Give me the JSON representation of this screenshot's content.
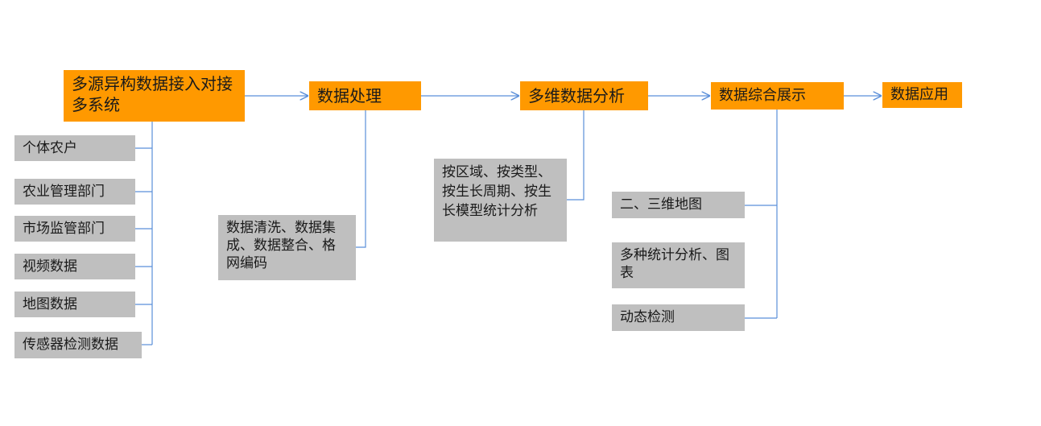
{
  "stages": [
    {
      "id": "ingest",
      "label": "多源异构数据接入对接多系统"
    },
    {
      "id": "process",
      "label": "数据处理"
    },
    {
      "id": "analysis",
      "label": "多维数据分析"
    },
    {
      "id": "display",
      "label": "数据综合展示"
    },
    {
      "id": "apply",
      "label": "数据应用"
    }
  ],
  "sources": [
    "个体农户",
    "农业管理部门",
    "市场监管部门",
    "视频数据",
    "地图数据",
    "传感器检测数据"
  ],
  "processing": "数据清洗、数据集成、数据整合、格网编码",
  "analysis_detail": "按区域、按类型、按生长周期、按生长模型统计分析",
  "display_items": [
    "二、三维地图",
    "多种统计分析、图表",
    "动态检测"
  ],
  "colors": {
    "stage": "#FF9900",
    "detail": "#BFBFBF",
    "connector": "#5B8FD9"
  }
}
